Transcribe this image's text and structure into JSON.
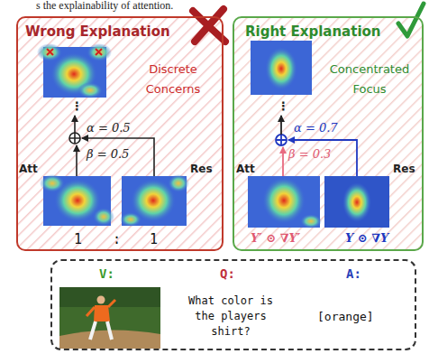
{
  "diagram": {
    "nodes": [
      {
        "text": [
          "Wrong Explanation",
          "Discrete Concerns"
        ]
      },
      {
        "text": [
          "Right Explanation",
          "Concentrated Focus"
        ]
      },
      {
        "text": [
          "V:",
          "Q:",
          "A:",
          "What color is the players shirt?",
          "[orange]"
        ]
      }
    ],
    "labels": [
      "s the explainability of attention.",
      "⋮",
      "α = 0.5",
      "β = 0.5",
      "Att",
      "Res",
      "1",
      ":",
      "1",
      "⋮",
      "α = 0.7",
      "β = 0.3",
      "Att",
      "Res",
      "Y′ ⊙ ∇Y′",
      "Y ⊙ ∇Y"
    ]
  }
}
